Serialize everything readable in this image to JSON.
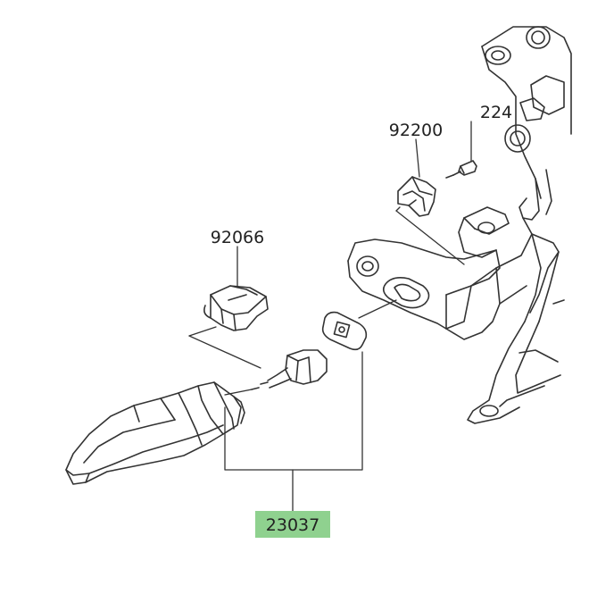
{
  "diagram": {
    "part_labels": {
      "bolt": "224",
      "clip": "92200",
      "clamp": "92066",
      "turn_signal_assembly": "23037"
    },
    "colors": {
      "line": "#333333",
      "background": "#ffffff",
      "highlight": "#8fd18f"
    },
    "icons": [
      "turn-signal-lamp-icon",
      "connector-icon",
      "wire-clamp-icon",
      "gasket-icon",
      "bolt-icon",
      "clip-icon",
      "bracket-frame-icon"
    ]
  }
}
